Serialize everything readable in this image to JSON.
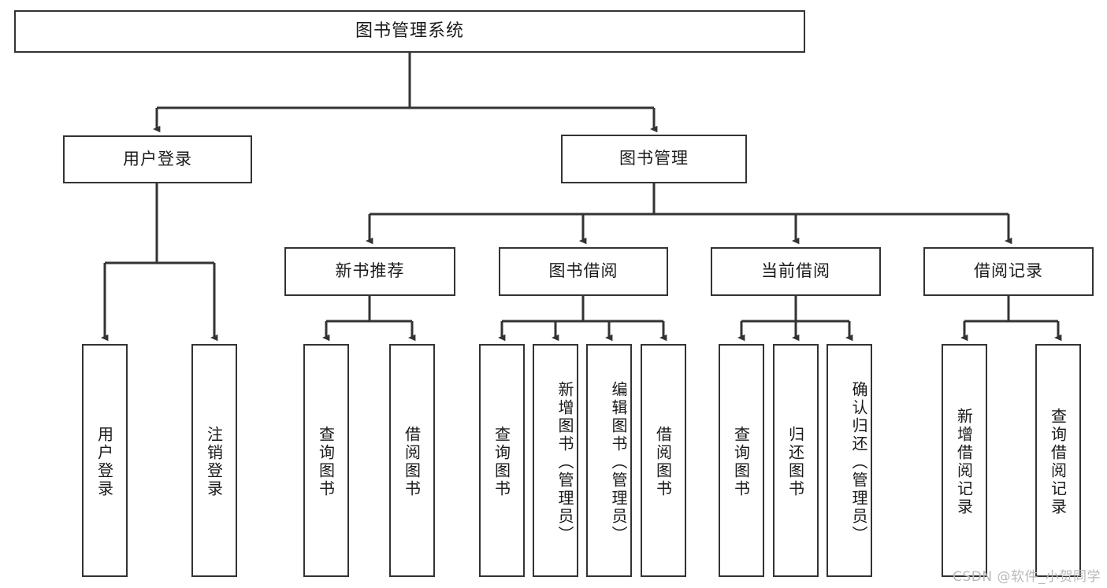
{
  "diagram": {
    "title": "图书管理系统",
    "type": "tree",
    "background_color": "#ffffff",
    "line_color": "#333333",
    "text_color": "#1a1a1a",
    "watermark": "CSDN @软件_小贺同学",
    "nodes": {
      "root": {
        "label": "图书管理系统"
      },
      "level1": [
        {
          "id": "user-login",
          "label": "用户登录"
        },
        {
          "id": "book-management",
          "label": "图书管理"
        }
      ],
      "level2": [
        {
          "id": "new-book-recommend",
          "label": "新书推荐"
        },
        {
          "id": "book-borrow",
          "label": "图书借阅"
        },
        {
          "id": "current-borrow",
          "label": "当前借阅"
        },
        {
          "id": "borrow-record",
          "label": "借阅记录"
        }
      ],
      "leaves": {
        "user_login": [
          {
            "id": "leaf-user-login",
            "label": "用户登录"
          },
          {
            "id": "leaf-logout",
            "label": "注销登录"
          }
        ],
        "new_book_recommend": [
          {
            "id": "leaf-query-book-1",
            "label": "查询图书"
          },
          {
            "id": "leaf-borrow-book-1",
            "label": "借阅图书"
          }
        ],
        "book_borrow": [
          {
            "id": "leaf-query-book-2",
            "label": "查询图书"
          },
          {
            "id": "leaf-add-book",
            "label": "新增图书（管理员）"
          },
          {
            "id": "leaf-edit-book",
            "label": "编辑图书（管理员）"
          },
          {
            "id": "leaf-borrow-book-2",
            "label": "借阅图书"
          }
        ],
        "current_borrow": [
          {
            "id": "leaf-query-book-3",
            "label": "查询图书"
          },
          {
            "id": "leaf-return-book",
            "label": "归还图书"
          },
          {
            "id": "leaf-confirm-return",
            "label": "确认归还（管理员）"
          }
        ],
        "borrow_record": [
          {
            "id": "leaf-add-record",
            "label": "新增借阅记录"
          },
          {
            "id": "leaf-query-record",
            "label": "查询借阅记录"
          }
        ]
      }
    }
  }
}
